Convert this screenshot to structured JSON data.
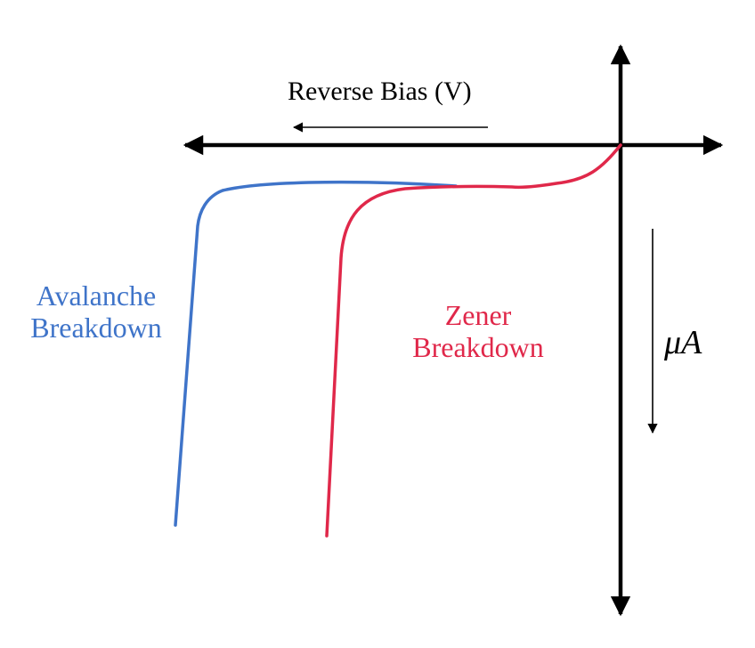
{
  "labels": {
    "reverse_bias": "Reverse Bias (V)",
    "current_unit": "μA"
  },
  "curves": {
    "avalanche": {
      "line1": "Avalanche",
      "line2": "Breakdown",
      "color": "#3f74c9"
    },
    "zener": {
      "line1": "Zener",
      "line2": "Breakdown",
      "color": "#e0284a"
    }
  },
  "axis_color": "#000000"
}
